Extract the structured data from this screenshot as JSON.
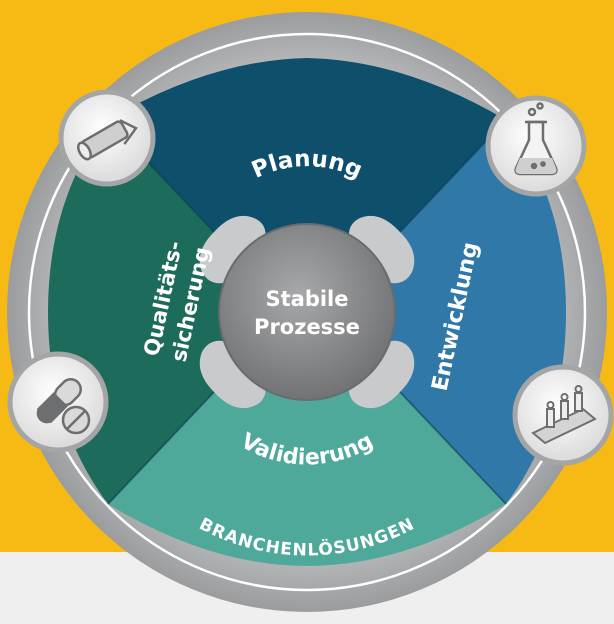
{
  "colors": {
    "background_yellow": "#F7BA15",
    "background_lower": "#EFEFEF",
    "outer_ring": "#A9ABAD",
    "segment_planung": "#0E4F6C",
    "segment_entwicklung": "#2F78A8",
    "segment_validierung": "#4FA99A",
    "segment_qualitaetssicherung": "#1D6B5B",
    "center": "#8D8E90"
  },
  "segments": {
    "planung": "Planung",
    "entwicklung": "Entwicklung",
    "validierung": "Validierung",
    "qualitaet_line1": "Qualitäts-",
    "qualitaet_line2": "sicherung"
  },
  "center": {
    "line1": "Stabile",
    "line2": "Prozesse"
  },
  "ring_label": "BRANCHENLÖSUNGEN",
  "icons": [
    "film-roll-icon",
    "lab-flask-icon",
    "capsule-tablet-icon",
    "production-line-icon"
  ]
}
